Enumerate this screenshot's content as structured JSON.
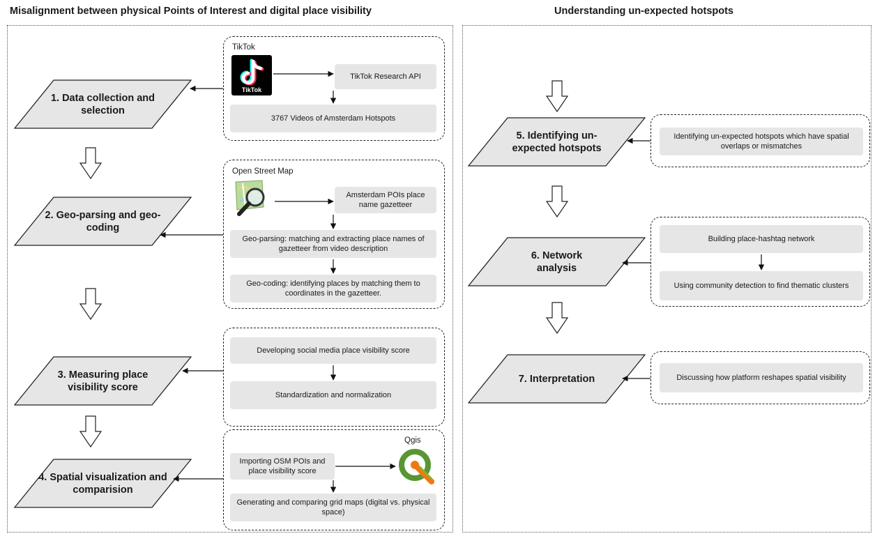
{
  "headings": {
    "left": "Misalignment between physical Points of Interest and digital place visibility",
    "right": "Understanding un-expected hotspots"
  },
  "steps": {
    "s1": "1. Data collection and selection",
    "s2": "2. Geo-parsing and geo-coding",
    "s3": "3. Measuring place visibility score",
    "s4": "4. Spatial visualization and comparision",
    "s5": "5. Identifying un-expected hotspots",
    "s6": "6. Network analysis",
    "s7": "7. Interpretation"
  },
  "labels": {
    "tiktok": "TikTok",
    "tiktok_logo_text": "TikTok",
    "osm": "Open Street Map",
    "qgis": "Qgis"
  },
  "boxes": {
    "tiktok_api": "TikTok Research API",
    "videos": "3767 Videos of Amsterdam Hotspots",
    "gazetteer": "Amsterdam POIs place name gazetteer",
    "geoparsing": "Geo-parsing: matching and extracting place names of gazetteer from video description",
    "geocoding": "Geo-coding: identifying places by matching them to coordinates in the gazetteer.",
    "visibility_score": "Developing social media place visibility score",
    "standardization": "Standardization and normalization",
    "importing": "Importing OSM POIs and place visibility score",
    "grid_maps": "Generating and comparing grid maps (digital vs. physical space)",
    "identifying": "Identifying un-expected hotspots which have spatial overlaps or mismatches",
    "building_network": "Building place-hashtag network",
    "community": "Using community detection to find thematic clusters",
    "discussing": "Discussing how platform reshapes spatial visibility"
  },
  "icons": {
    "tiktok": "tiktok-logo-icon",
    "osm": "openstreetmap-magnifier-icon",
    "qgis": "qgis-logo-icon",
    "flow": "hollow-down-arrow-icon"
  },
  "colors": {
    "box_fill": "#e6e6e6",
    "shape_stroke": "#222222"
  }
}
